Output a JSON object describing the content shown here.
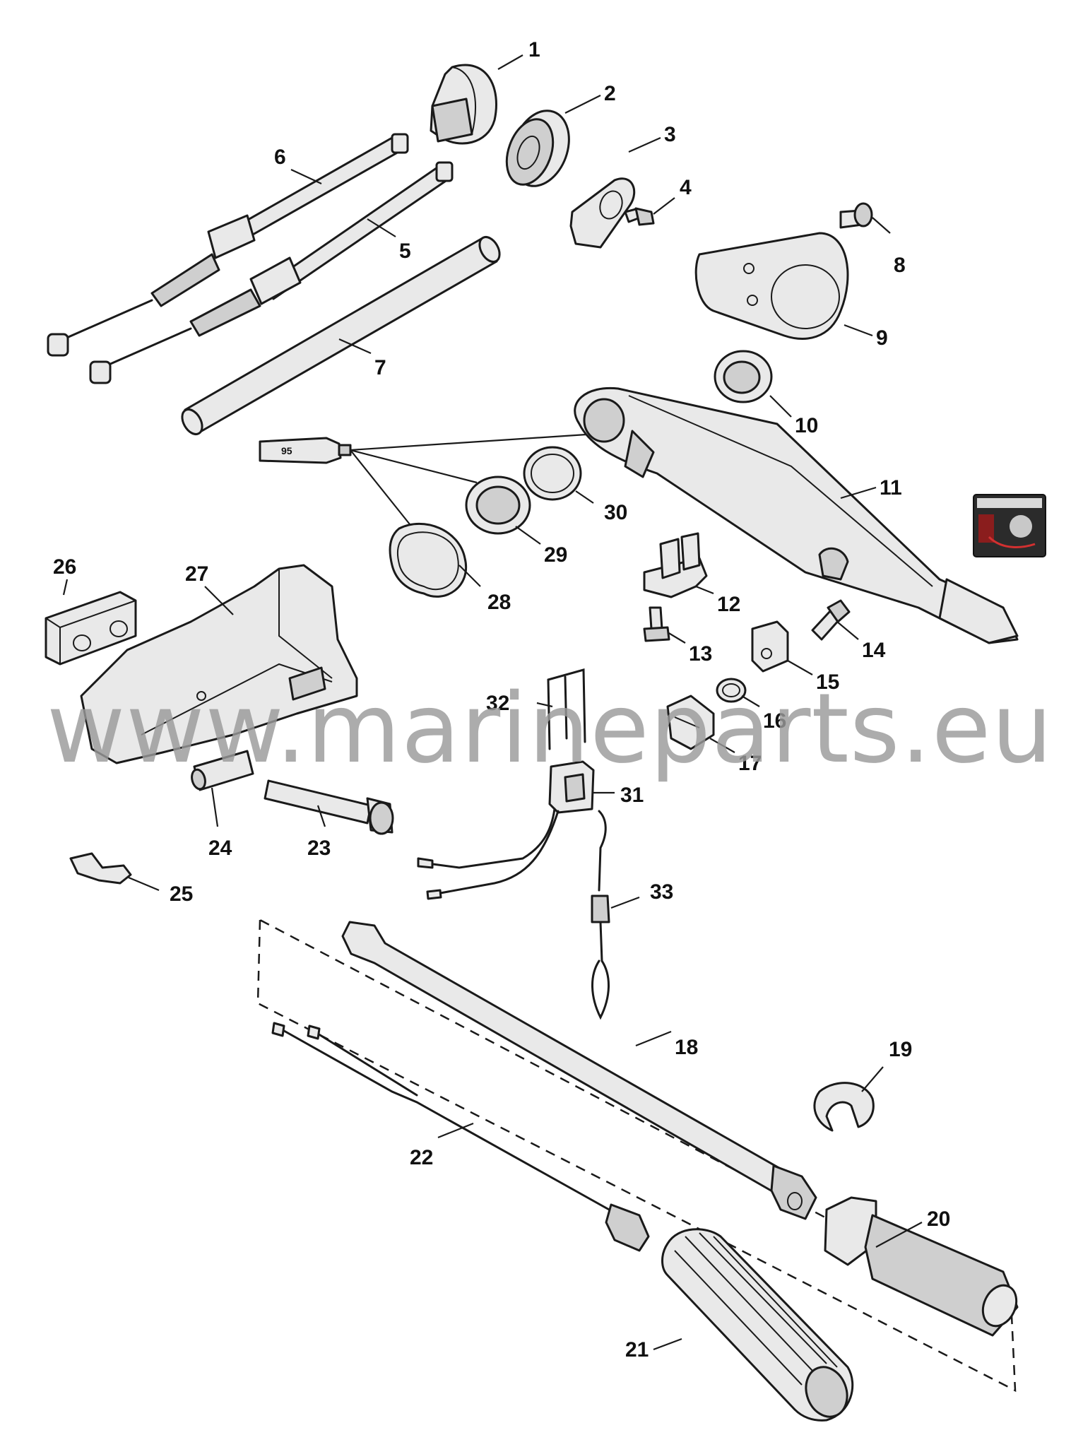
{
  "watermark": "www.marineparts.eu",
  "tube_label": "95",
  "callouts": [
    {
      "id": "c1",
      "label": "1"
    },
    {
      "id": "c2",
      "label": "2"
    },
    {
      "id": "c3",
      "label": "3"
    },
    {
      "id": "c4",
      "label": "4"
    },
    {
      "id": "c5",
      "label": "5"
    },
    {
      "id": "c6",
      "label": "6"
    },
    {
      "id": "c7",
      "label": "7"
    },
    {
      "id": "c8",
      "label": "8"
    },
    {
      "id": "c9",
      "label": "9"
    },
    {
      "id": "c10",
      "label": "10"
    },
    {
      "id": "c11",
      "label": "11"
    },
    {
      "id": "c12",
      "label": "12"
    },
    {
      "id": "c13",
      "label": "13"
    },
    {
      "id": "c14",
      "label": "14"
    },
    {
      "id": "c15",
      "label": "15"
    },
    {
      "id": "c16",
      "label": "16"
    },
    {
      "id": "c17",
      "label": "17"
    },
    {
      "id": "c18",
      "label": "18"
    },
    {
      "id": "c19",
      "label": "19"
    },
    {
      "id": "c20",
      "label": "20"
    },
    {
      "id": "c21",
      "label": "21"
    },
    {
      "id": "c22",
      "label": "22"
    },
    {
      "id": "c23",
      "label": "23"
    },
    {
      "id": "c24",
      "label": "24"
    },
    {
      "id": "c25",
      "label": "25"
    },
    {
      "id": "c26",
      "label": "26"
    },
    {
      "id": "c27",
      "label": "27"
    },
    {
      "id": "c28",
      "label": "28"
    },
    {
      "id": "c29",
      "label": "29"
    },
    {
      "id": "c30",
      "label": "30"
    },
    {
      "id": "c31",
      "label": "31"
    },
    {
      "id": "c32",
      "label": "32"
    },
    {
      "id": "c33",
      "label": "33"
    }
  ]
}
